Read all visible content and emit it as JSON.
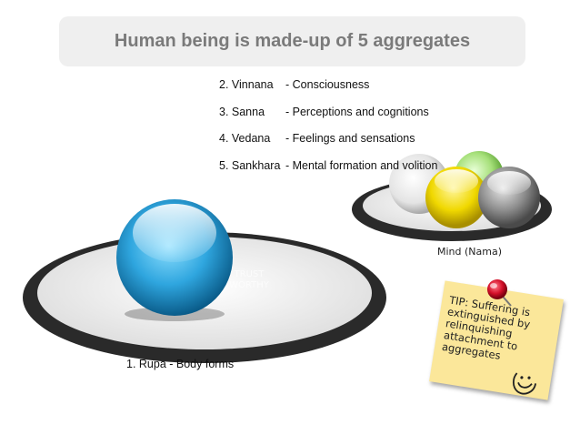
{
  "title": "Human being is made-up of 5 aggregates",
  "aggregates": [
    {
      "num": "2. Vinnana",
      "desc": "- Consciousness"
    },
    {
      "num": "3. Sanna",
      "desc": "- Perceptions and cognitions"
    },
    {
      "num": "4. Vedana",
      "desc": "- Feelings and sensations"
    },
    {
      "num": "5. Sankhara",
      "desc": "- Mental formation and volition"
    }
  ],
  "rupa_label": "1. Rupa - Body forms",
  "mind_label": "Mind (Nama)",
  "watermark": "TRUST WORTHY",
  "tip": "TIP: Suffering is extinguished by relinquishing attachment to aggregates",
  "colors": {
    "title_bg": "#efefef",
    "title_text": "#7a7a7a",
    "body_sphere": "#2fa6df",
    "mind_spheres": [
      "#f2f2f2",
      "#a6e07a",
      "#f0d800",
      "#8e8e8e"
    ],
    "note": "#fbe79a",
    "pin": "#d4102a"
  }
}
